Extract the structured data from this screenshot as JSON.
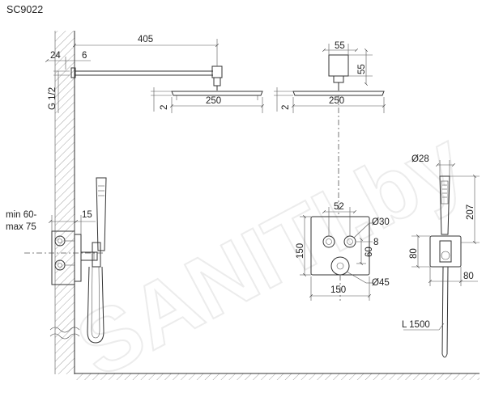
{
  "title": "SC9022",
  "watermark": "SANITI.by",
  "labels": {
    "arm_length": "405",
    "wall_offset": "24",
    "flange": "6",
    "thread": "G 1/2",
    "head_thickness_left": "2",
    "head_width_left": "250",
    "head_thickness_right": "2",
    "head_width_right": "250",
    "connector_width": "55",
    "connector_height": "55",
    "install_depth": "min 60-\nmax 75",
    "install_depth_line1": "min 60-",
    "install_depth_line2": "max 75",
    "holder_depth": "15",
    "button_spacing": "52",
    "button_diameter": "Ø30",
    "button_offset": "8",
    "button_height": "60",
    "plate_height": "150",
    "plate_width": "150",
    "knob_diameter": "Ø45",
    "handshower_diameter": "Ø28",
    "handshower_height": "207",
    "holder_height": "80",
    "holder_width": "80",
    "hose_length": "L 1500"
  },
  "colors": {
    "line": "#333333",
    "watermark": "#ececec",
    "background": "#ffffff"
  }
}
